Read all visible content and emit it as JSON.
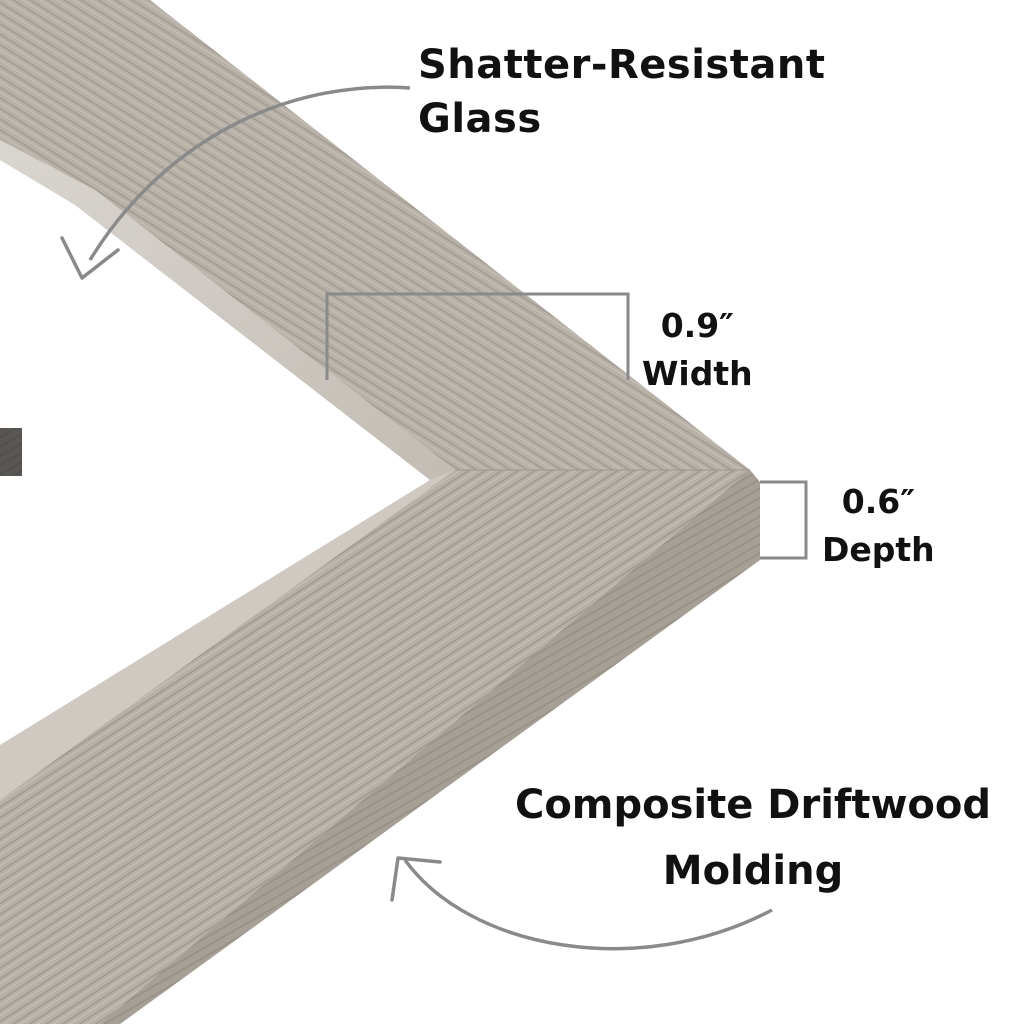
{
  "features": {
    "glass": {
      "line1": "Shatter-Resistant",
      "line2": "Glass"
    },
    "width": {
      "value": "0.9″",
      "label": "Width"
    },
    "depth": {
      "value": "0.6″",
      "label": "Depth"
    },
    "molding": {
      "line1": "Composite Driftwood",
      "line2": "Molding"
    }
  },
  "colors": {
    "frame_face": "#b4ada4",
    "frame_side": "#a39c93",
    "wood_grain": "#8c857b",
    "bracket": "#8a8a8a",
    "arrow": "#8a8a8a",
    "text": "#111111"
  }
}
